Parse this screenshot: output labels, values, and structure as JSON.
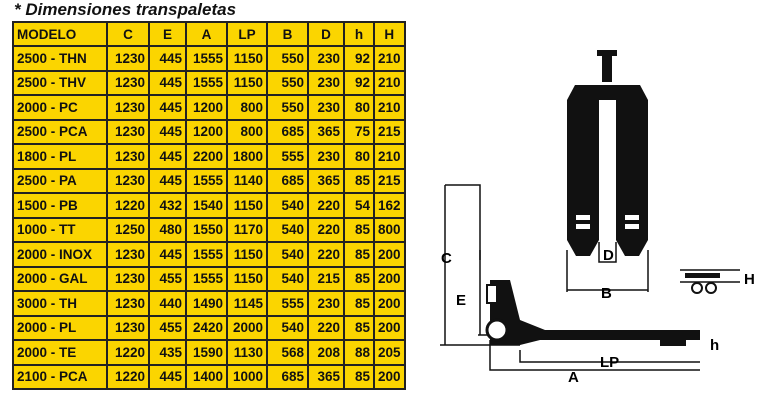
{
  "title": "* Dimensiones transpaletas",
  "headers": [
    "MODELO",
    "C",
    "E",
    "A",
    "LP",
    "B",
    "D",
    "h",
    "H"
  ],
  "rows": [
    [
      "2500 - THN",
      "1230",
      "445",
      "1555",
      "1150",
      "550",
      "230",
      "92",
      "210"
    ],
    [
      "2500 - THV",
      "1230",
      "445",
      "1555",
      "1150",
      "550",
      "230",
      "92",
      "210"
    ],
    [
      "2000 - PC",
      "1230",
      "445",
      "1200",
      "800",
      "550",
      "230",
      "80",
      "210"
    ],
    [
      "2500 - PCA",
      "1230",
      "445",
      "1200",
      "800",
      "685",
      "365",
      "75",
      "215"
    ],
    [
      "1800 - PL",
      "1230",
      "445",
      "2200",
      "1800",
      "555",
      "230",
      "80",
      "210"
    ],
    [
      "2500 - PA",
      "1230",
      "445",
      "1555",
      "1140",
      "685",
      "365",
      "85",
      "215"
    ],
    [
      "1500 - PB",
      "1220",
      "432",
      "1540",
      "1150",
      "540",
      "220",
      "54",
      "162"
    ],
    [
      "1000 - TT",
      "1250",
      "480",
      "1550",
      "1170",
      "540",
      "220",
      "85",
      "800"
    ],
    [
      "2000 - INOX",
      "1230",
      "445",
      "1555",
      "1150",
      "540",
      "220",
      "85",
      "200"
    ],
    [
      "2000 - GAL",
      "1230",
      "455",
      "1555",
      "1150",
      "540",
      "215",
      "85",
      "200"
    ],
    [
      "3000 - TH",
      "1230",
      "440",
      "1490",
      "1145",
      "555",
      "230",
      "85",
      "200"
    ],
    [
      "2000 - PL",
      "1230",
      "455",
      "2420",
      "2000",
      "540",
      "220",
      "85",
      "200"
    ],
    [
      "2000 - TE",
      "1220",
      "435",
      "1590",
      "1130",
      "568",
      "208",
      "88",
      "205"
    ],
    [
      "2100 - PCA",
      "1220",
      "445",
      "1400",
      "1000",
      "685",
      "365",
      "85",
      "200"
    ]
  ],
  "diagram_labels": {
    "C": "C",
    "E": "E",
    "D": "D",
    "B": "B",
    "H": "H",
    "h": "h",
    "LP": "LP",
    "A": "A"
  }
}
